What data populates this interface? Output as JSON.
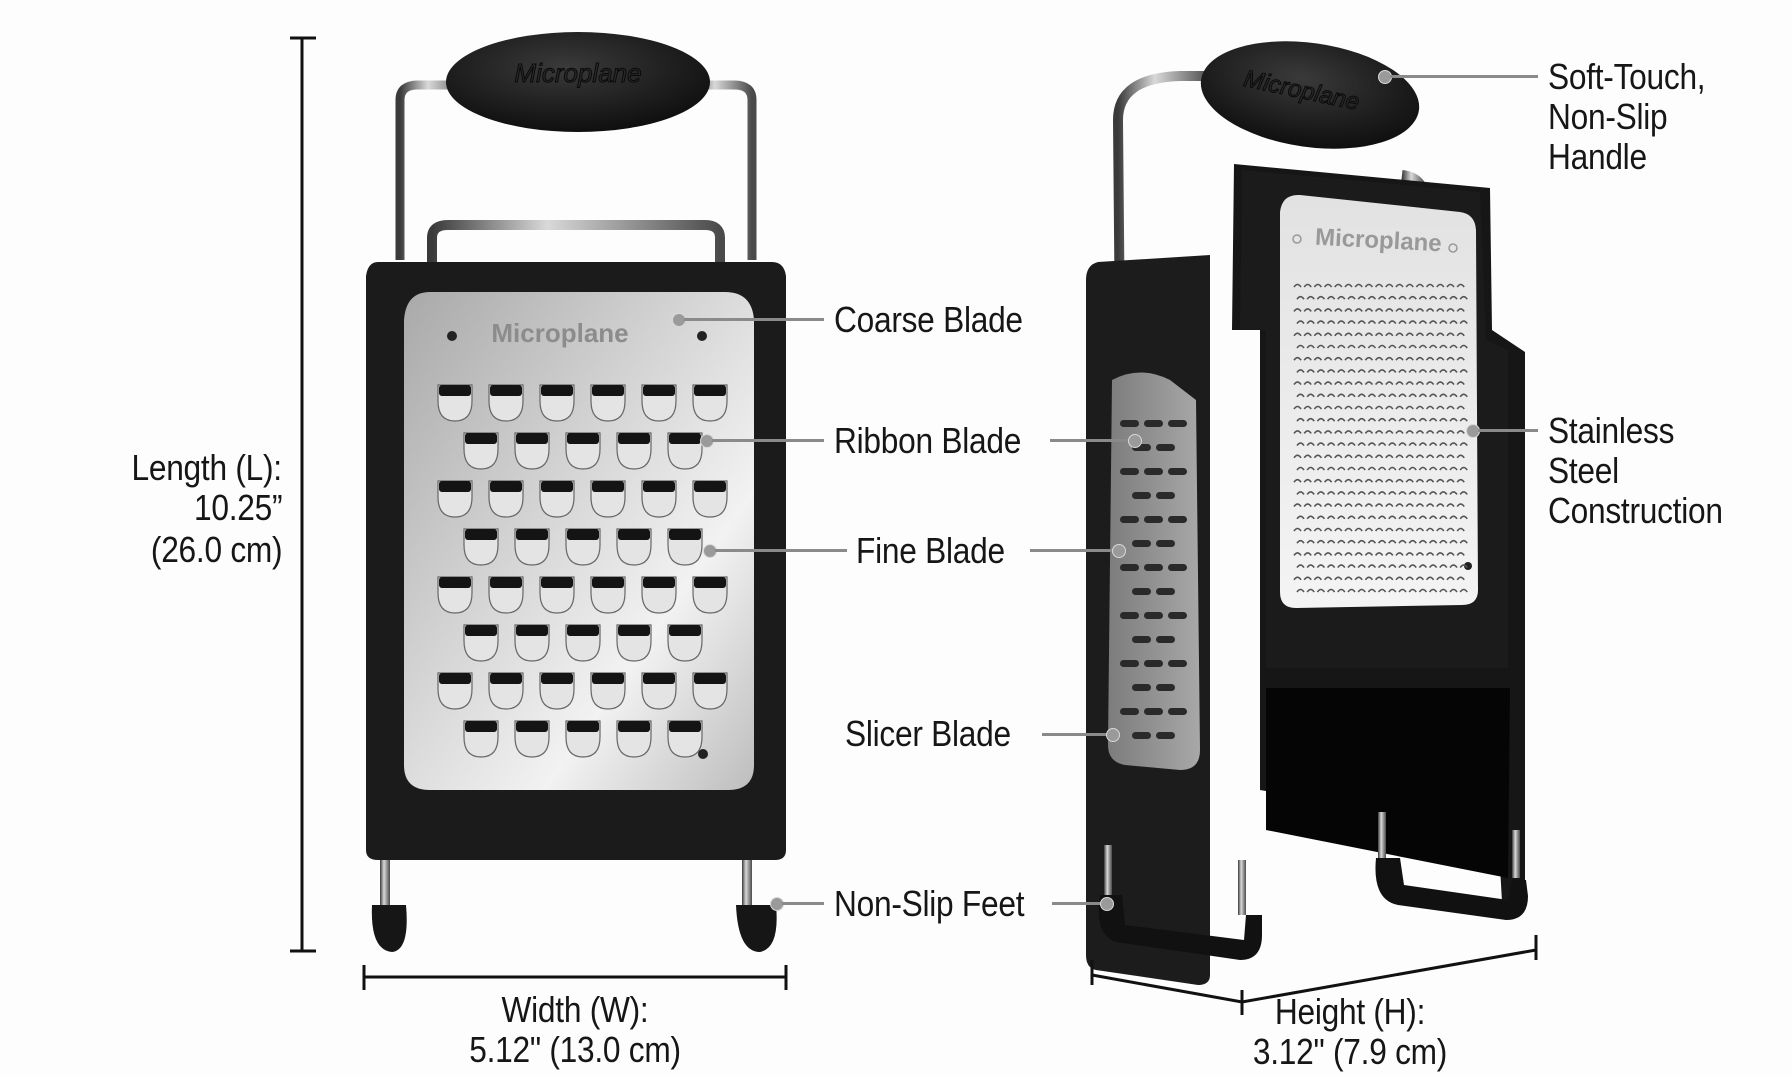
{
  "product": {
    "brand_mark": "Microplane",
    "views": [
      "front-view",
      "three-quarter-view"
    ]
  },
  "dimensions": {
    "length": {
      "line1": "Length (L):",
      "line2": "10.25”",
      "line3": "(26.0 cm)"
    },
    "width": {
      "line1": "Width (W):",
      "line2": "5.12\" (13.0 cm)"
    },
    "height": {
      "line1": "Height (H):",
      "line2": "3.12\" (7.9 cm)"
    }
  },
  "callouts": {
    "coarse_blade": "Coarse Blade",
    "ribbon_blade": "Ribbon Blade",
    "fine_blade": "Fine Blade",
    "slicer_blade": "Slicer Blade",
    "non_slip_feet": "Non-Slip Feet",
    "handle": {
      "line1": "Soft-Touch,",
      "line2": "Non-Slip",
      "line3": "Handle"
    },
    "construction": {
      "line1": "Stainless",
      "line2": "Steel",
      "line3": "Construction"
    }
  },
  "colors": {
    "background": "#fdfdfd",
    "body_black": "#1b1b1b",
    "steel": "#c9c9c9",
    "leader_gray": "#8a8a8a",
    "text": "#161616"
  }
}
